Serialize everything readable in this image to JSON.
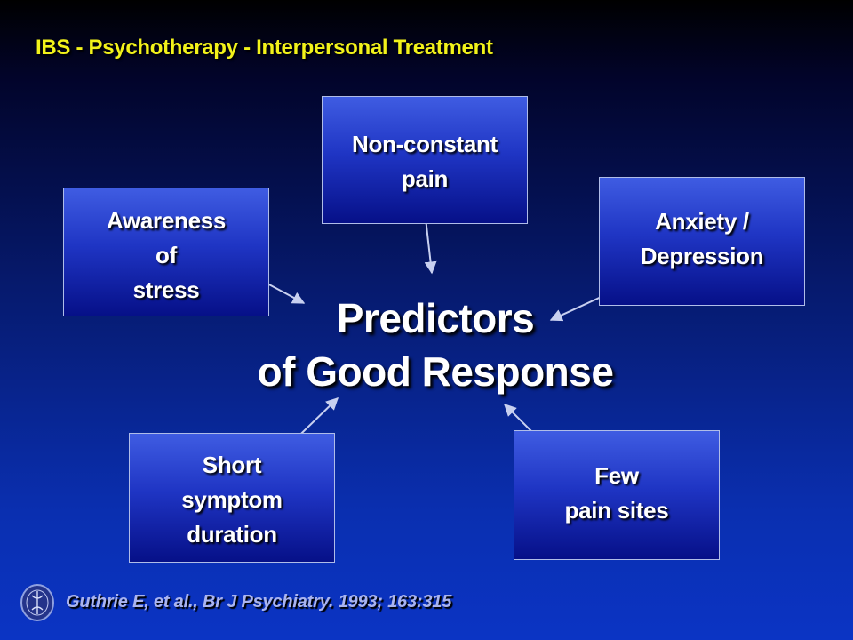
{
  "slide": {
    "title": "IBS - Psychotherapy - Interpersonal Treatment",
    "center": {
      "line1": "Predictors",
      "line2": "of Good Response"
    },
    "boxes": {
      "non_constant_pain": {
        "lines": [
          "Non-constant",
          "pain"
        ]
      },
      "awareness_of_stress": {
        "lines": [
          "Awareness",
          "of",
          "stress"
        ]
      },
      "anxiety_depression": {
        "lines": [
          "Anxiety /",
          "Depression"
        ]
      },
      "short_symptom_duration": {
        "lines": [
          "Short",
          "symptom",
          "duration"
        ]
      },
      "few_pain_sites": {
        "lines": [
          "Few",
          "pain sites"
        ]
      }
    },
    "citation": "Guthrie E, et al., Br J Psychiatry. 1993; 163:315",
    "logo_icon": "circular-seal-icon",
    "colors": {
      "title": "#f2f21a",
      "text": "#ffffff",
      "citation": "#aab4f0",
      "box_top": "#3f5ce2",
      "box_bottom": "#061088",
      "arrow": "#c8d0f0"
    }
  }
}
